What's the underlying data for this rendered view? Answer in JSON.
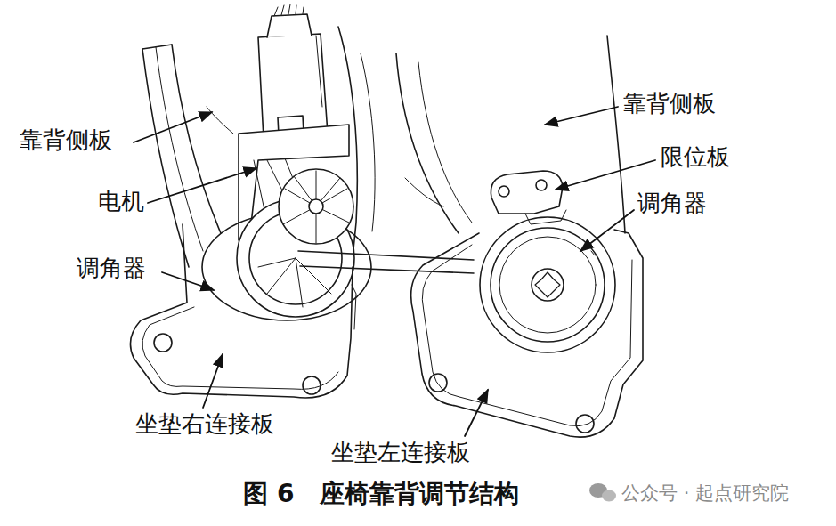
{
  "diagram": {
    "caption": "图 6　座椅靠背调节结构",
    "labels": [
      "靠背侧板",
      "电机",
      "调角器",
      "坐垫右连接板",
      "坐垫左连接板",
      "靠背侧板",
      "限位板",
      "调角器",
      "公众号 · 起点研究院"
    ]
  }
}
